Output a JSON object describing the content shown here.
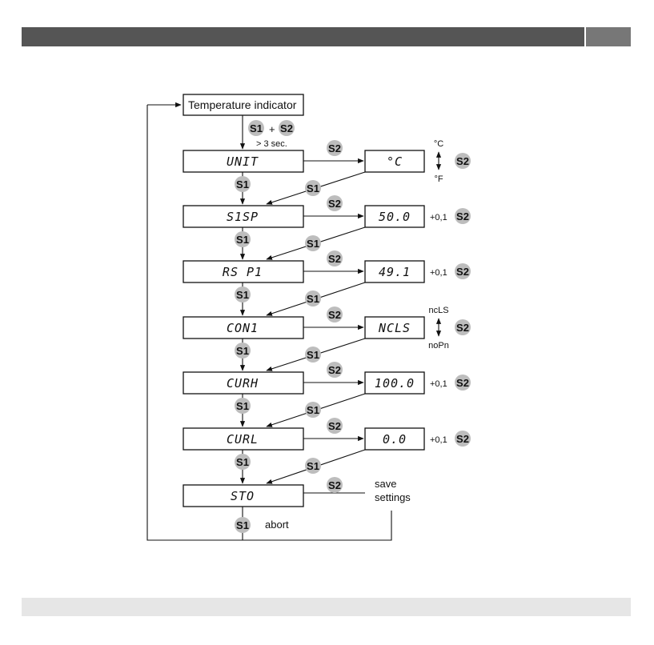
{
  "header_bar": "",
  "start": {
    "label": "Temperature indicator"
  },
  "entry": {
    "key1": "S1",
    "plus": "+",
    "key2": "S2",
    "hold": "> 3 sec."
  },
  "keys": {
    "s1": "S1",
    "s2": "S2"
  },
  "steps": [
    {
      "name": "UNIT",
      "value": "°C",
      "adjust_type": "toggle",
      "top_option": "°C",
      "bottom_option": "°F"
    },
    {
      "name": "S1SP",
      "value": "50.0",
      "adjust_type": "increment",
      "increment": "+0,1"
    },
    {
      "name": "RS P1",
      "value": "49.1",
      "adjust_type": "increment",
      "increment": "+0,1"
    },
    {
      "name": "CON1",
      "value": "NCLS",
      "adjust_type": "toggle",
      "top_option": "ncLS",
      "bottom_option": "noPn"
    },
    {
      "name": "CURH",
      "value": "100.0",
      "adjust_type": "increment",
      "increment": "+0,1"
    },
    {
      "name": "CURL",
      "value": "0.0",
      "adjust_type": "increment",
      "increment": "+0,1"
    }
  ],
  "final_step": {
    "name": "STO",
    "save_line1": "save",
    "save_line2": "settings",
    "abort": "abort"
  }
}
